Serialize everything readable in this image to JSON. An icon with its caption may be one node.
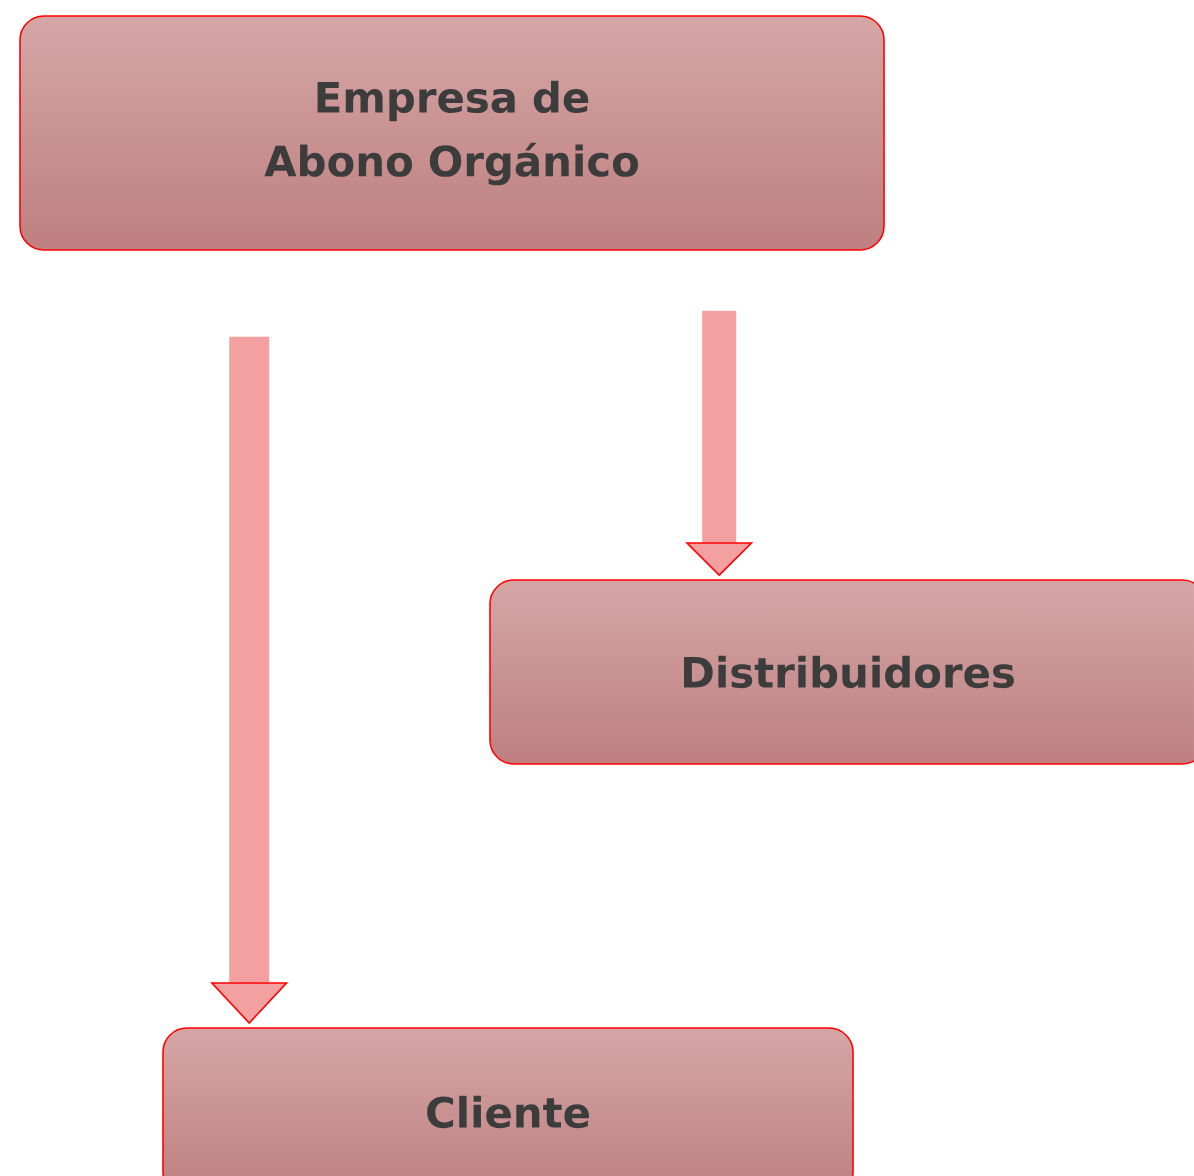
{
  "diagram": {
    "nodes": [
      {
        "text": [
          "Empresa de Abono Orgánico"
        ]
      },
      {
        "text": [
          "Distribuidores"
        ]
      },
      {
        "text": [
          "Cliente"
        ]
      }
    ],
    "edges": [
      {
        "from": 0,
        "to": 2,
        "arrow": "to"
      },
      {
        "from": 0,
        "to": 1,
        "arrow": "to"
      }
    ]
  }
}
